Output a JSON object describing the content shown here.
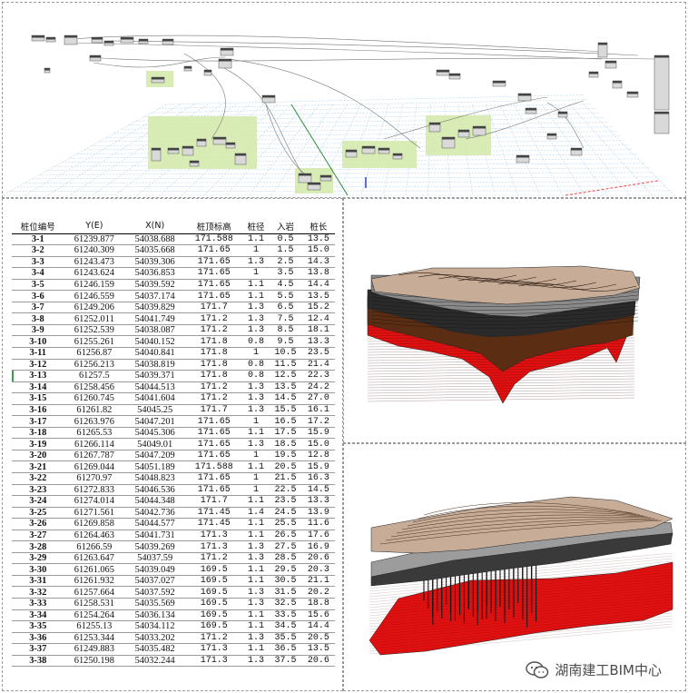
{
  "table": {
    "headers": [
      "桩位编号",
      "Y(E)",
      "X(N)",
      "桩顶标高",
      "桩径",
      "入岩",
      "桩长"
    ],
    "selected_row": "3-13",
    "rows": [
      {
        "id": "3-1",
        "y": "61239.877",
        "x": "54038.688",
        "top": "171.588",
        "dia": "1.1",
        "rock": "0.5",
        "len": "13.5"
      },
      {
        "id": "3-2",
        "y": "61240.309",
        "x": "54035.668",
        "top": "171.65",
        "dia": "1",
        "rock": "1.5",
        "len": "15.0"
      },
      {
        "id": "3-3",
        "y": "61243.473",
        "x": "54039.306",
        "top": "171.65",
        "dia": "1.3",
        "rock": "2.5",
        "len": "14.3"
      },
      {
        "id": "3-4",
        "y": "61243.624",
        "x": "54036.853",
        "top": "171.65",
        "dia": "1",
        "rock": "3.5",
        "len": "13.8"
      },
      {
        "id": "3-5",
        "y": "61246.159",
        "x": "54039.592",
        "top": "171.65",
        "dia": "1.1",
        "rock": "4.5",
        "len": "14.4"
      },
      {
        "id": "3-6",
        "y": "61246.559",
        "x": "54037.174",
        "top": "171.65",
        "dia": "1.1",
        "rock": "5.5",
        "len": "13.5"
      },
      {
        "id": "3-7",
        "y": "61249.206",
        "x": "54039.829",
        "top": "171.7",
        "dia": "1.3",
        "rock": "6.5",
        "len": "15.2"
      },
      {
        "id": "3-8",
        "y": "61252.011",
        "x": "54041.749",
        "top": "171.2",
        "dia": "1.3",
        "rock": "7.5",
        "len": "12.4"
      },
      {
        "id": "3-9",
        "y": "61252.539",
        "x": "54038.087",
        "top": "171.2",
        "dia": "1.3",
        "rock": "8.5",
        "len": "18.1"
      },
      {
        "id": "3-10",
        "y": "61255.261",
        "x": "54040.152",
        "top": "171.8",
        "dia": "0.8",
        "rock": "9.5",
        "len": "13.3"
      },
      {
        "id": "3-11",
        "y": "61256.87",
        "x": "54040.841",
        "top": "171.8",
        "dia": "1",
        "rock": "10.5",
        "len": "23.5"
      },
      {
        "id": "3-12",
        "y": "61256.213",
        "x": "54038.819",
        "top": "171.8",
        "dia": "0.8",
        "rock": "11.5",
        "len": "21.4"
      },
      {
        "id": "3-13",
        "y": "61257.5",
        "x": "54039.371",
        "top": "171.8",
        "dia": "0.8",
        "rock": "12.5",
        "len": "22.3"
      },
      {
        "id": "3-14",
        "y": "61258.456",
        "x": "54044.513",
        "top": "171.2",
        "dia": "1.3",
        "rock": "13.5",
        "len": "24.2"
      },
      {
        "id": "3-15",
        "y": "61260.745",
        "x": "54041.604",
        "top": "171.2",
        "dia": "1.3",
        "rock": "14.5",
        "len": "27.0"
      },
      {
        "id": "3-16",
        "y": "61261.82",
        "x": "54045.25",
        "top": "171.7",
        "dia": "1.3",
        "rock": "15.5",
        "len": "16.1"
      },
      {
        "id": "3-17",
        "y": "61263.976",
        "x": "54047.201",
        "top": "171.65",
        "dia": "1",
        "rock": "16.5",
        "len": "17.2"
      },
      {
        "id": "3-18",
        "y": "61265.53",
        "x": "54045.306",
        "top": "171.65",
        "dia": "1.1",
        "rock": "17.5",
        "len": "15.9"
      },
      {
        "id": "3-19",
        "y": "61266.114",
        "x": "54049.01",
        "top": "171.65",
        "dia": "1.3",
        "rock": "18.5",
        "len": "15.0"
      },
      {
        "id": "3-20",
        "y": "61267.787",
        "x": "54047.209",
        "top": "171.65",
        "dia": "1",
        "rock": "19.5",
        "len": "12.8"
      },
      {
        "id": "3-21",
        "y": "61269.044",
        "x": "54051.189",
        "top": "171.588",
        "dia": "1.1",
        "rock": "20.5",
        "len": "15.9"
      },
      {
        "id": "3-22",
        "y": "61270.97",
        "x": "54048.823",
        "top": "171.65",
        "dia": "1",
        "rock": "21.5",
        "len": "16.3"
      },
      {
        "id": "3-23",
        "y": "61272.833",
        "x": "54046.536",
        "top": "171.65",
        "dia": "1",
        "rock": "22.5",
        "len": "14.5"
      },
      {
        "id": "3-24",
        "y": "61274.014",
        "x": "54044.348",
        "top": "171.7",
        "dia": "1.1",
        "rock": "23.5",
        "len": "13.3"
      },
      {
        "id": "3-25",
        "y": "61271.561",
        "x": "54042.736",
        "top": "171.45",
        "dia": "1.4",
        "rock": "24.5",
        "len": "13.9"
      },
      {
        "id": "3-26",
        "y": "61269.858",
        "x": "54044.577",
        "top": "171.45",
        "dia": "1.1",
        "rock": "25.5",
        "len": "11.6"
      },
      {
        "id": "3-27",
        "y": "61264.463",
        "x": "54041.731",
        "top": "171.3",
        "dia": "1.1",
        "rock": "26.5",
        "len": "17.6"
      },
      {
        "id": "3-28",
        "y": "61266.59",
        "x": "54039.269",
        "top": "171.3",
        "dia": "1.3",
        "rock": "27.5",
        "len": "16.9"
      },
      {
        "id": "3-29",
        "y": "61263.647",
        "x": "54037.59",
        "top": "171.2",
        "dia": "1.3",
        "rock": "28.5",
        "len": "20.6"
      },
      {
        "id": "3-30",
        "y": "61261.065",
        "x": "54039.049",
        "top": "169.5",
        "dia": "1.1",
        "rock": "29.5",
        "len": "20.3"
      },
      {
        "id": "3-31",
        "y": "61261.932",
        "x": "54037.027",
        "top": "169.5",
        "dia": "1.1",
        "rock": "30.5",
        "len": "21.1"
      },
      {
        "id": "3-32",
        "y": "61257.664",
        "x": "54037.592",
        "top": "169.5",
        "dia": "1.3",
        "rock": "31.5",
        "len": "20.2"
      },
      {
        "id": "3-33",
        "y": "61258.531",
        "x": "54035.569",
        "top": "169.5",
        "dia": "1.3",
        "rock": "32.5",
        "len": "18.8"
      },
      {
        "id": "3-34",
        "y": "61254.264",
        "x": "54036.134",
        "top": "169.5",
        "dia": "1.1",
        "rock": "33.5",
        "len": "15.6"
      },
      {
        "id": "3-35",
        "y": "61255.13",
        "x": "54034.112",
        "top": "169.5",
        "dia": "1.1",
        "rock": "34.5",
        "len": "14.4"
      },
      {
        "id": "3-36",
        "y": "61253.344",
        "x": "54033.202",
        "top": "171.2",
        "dia": "1.3",
        "rock": "35.5",
        "len": "20.5"
      },
      {
        "id": "3-37",
        "y": "61249.883",
        "x": "54035.482",
        "top": "171.3",
        "dia": "1.1",
        "rock": "36.5",
        "len": "13.5"
      },
      {
        "id": "3-38",
        "y": "61250.198",
        "x": "54032.244",
        "top": "171.3",
        "dia": "1.3",
        "rock": "37.5",
        "len": "20.6"
      }
    ]
  },
  "model_view": {
    "colors": {
      "terrain": "#c7ad97",
      "soil_gray": "#8a8a8a",
      "soil_dark": "#2a2a2a",
      "soil_brown": "#5b2d12",
      "rock_red": "#e11111",
      "grid_blue": "#b9d6ec",
      "group_green": "#d4e9a8"
    }
  },
  "watermark": {
    "text": "湖南建工BIM中心",
    "icon": "wechat-icon"
  }
}
